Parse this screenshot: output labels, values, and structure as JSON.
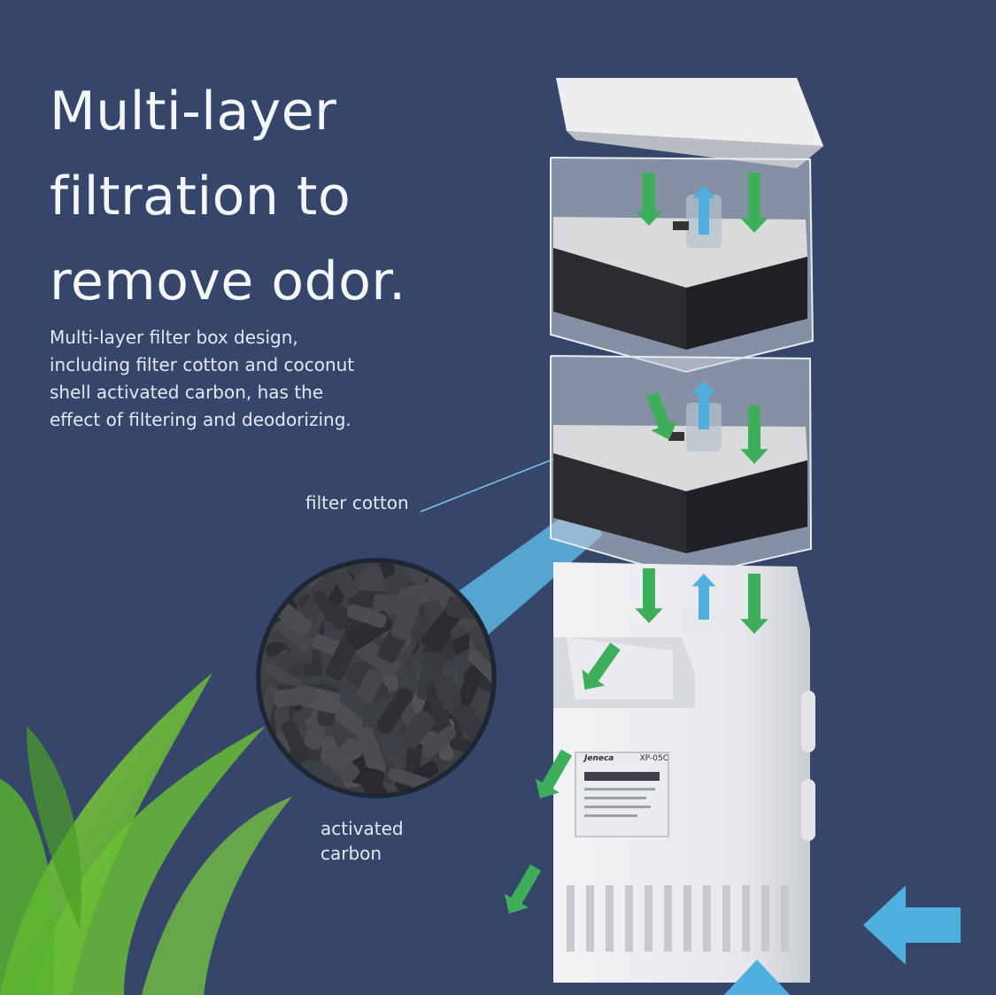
{
  "headline": {
    "line1": "Multi-layer",
    "line2": "filtration to",
    "line3": "remove odor."
  },
  "description": {
    "line1": "Multi-layer filter box design,",
    "line2": "including filter cotton and coconut",
    "line3": "shell activated carbon, has the",
    "line4": "effect of filtering and deodorizing."
  },
  "callouts": {
    "filter_cotton": "filter cotton",
    "activated_carbon_line1": "activated",
    "activated_carbon_line2": "carbon"
  },
  "product_label": {
    "brand": "Jeneca",
    "model": "XP-05C",
    "title": "LOW WATER FILTER"
  },
  "colors": {
    "background": "#36466b",
    "flow_in_arrow": "#4fb0e0",
    "flow_down_arrow": "#3fae5a",
    "callout_line": "#7ec6ea"
  }
}
